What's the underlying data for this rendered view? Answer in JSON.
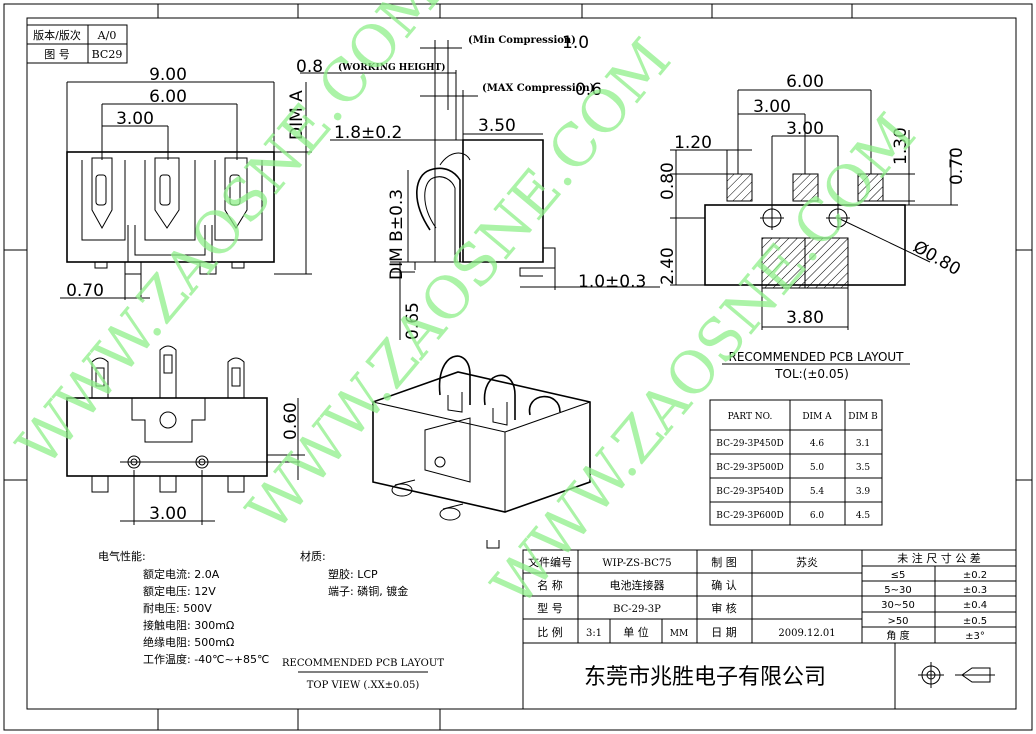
{
  "header": {
    "version_label": "版本/版次",
    "version_value": "A/0",
    "drawing_no_label": "图 号",
    "drawing_no_value": "BC29"
  },
  "dims": {
    "d9": "9.00",
    "d6a": "6.00",
    "d3a": "3.00",
    "d070a": "0.70",
    "d060": "0.60",
    "d3b": "3.00",
    "min_comp_label": "(Min Compression)",
    "min_comp": "1.0",
    "working_val": "0.8",
    "working_label": "(WORKING HEIGHT)",
    "max_comp_label": "(MAX Compression)",
    "max_comp": "0.6",
    "dim_a": "DIM A",
    "dim_b": "DIM B±0.3",
    "d18": "1.8±0.2",
    "d350": "3.50",
    "d10": "1.0±0.3",
    "d065": "0.65",
    "p600": "6.00",
    "p300a": "3.00",
    "p300b": "3.00",
    "p120": "1.20",
    "p130": "1.30",
    "p080": "0.80",
    "p070": "0.70",
    "p240": "2.40",
    "p_hole": "Ø0.80",
    "p380": "3.80"
  },
  "pcb_title": "RECOMMENDED PCB LAYOUT",
  "pcb_tol": "TOL:(±0.05)",
  "part_table": {
    "headers": [
      "PART NO.",
      "DIM A",
      "DIM B"
    ],
    "rows": [
      [
        "BC-29-3P450D",
        "4.6",
        "3.1"
      ],
      [
        "BC-29-3P500D",
        "5.0",
        "3.5"
      ],
      [
        "BC-29-3P540D",
        "5.4",
        "3.9"
      ],
      [
        "BC-29-3P600D",
        "6.0",
        "4.5"
      ]
    ]
  },
  "electrical": {
    "title": "电气性能:",
    "lines": [
      "额定电流: 2.0A",
      "额定电压: 12V",
      "耐电压: 500V",
      "接触电阻: 300mΩ",
      "绝缘电阻: 500mΩ",
      "工作温度: -40℃~+85℃"
    ]
  },
  "material": {
    "title": "材质:",
    "lines": [
      "塑胶: LCP",
      "端子: 磷铜, 镀金"
    ]
  },
  "bottom_note": {
    "line1": "RECOMMENDED PCB LAYOUT",
    "line2": "TOP VIEW (.XX±0.05)"
  },
  "title_block": {
    "file_no_label": "文件编号",
    "file_no": "WIP-ZS-BC75",
    "drawn_label": "制 图",
    "drawn_by": "苏炎",
    "name_label": "名 称",
    "name": "电池连接器",
    "check_label": "确 认",
    "check_value": "",
    "model_label": "型 号",
    "model": "BC-29-3P",
    "review_label": "审 核",
    "review_value": "",
    "scale_label": "比 例",
    "scale": "3:1",
    "unit_label": "单 位",
    "unit": "MM",
    "date_label": "日 期",
    "date": "2009.12.01",
    "company": "东莞市兆胜电子有限公司"
  },
  "tolerance": {
    "title": "未 注 尺 寸 公 差",
    "rows": [
      [
        "≤5",
        "±0.2"
      ],
      [
        "5~30",
        "±0.3"
      ],
      [
        "30~50",
        "±0.4"
      ],
      [
        ">50",
        "±0.5"
      ],
      [
        "角 度",
        "±3°"
      ]
    ]
  },
  "watermark": [
    "WWW.ZAOSNE.COM",
    "WWW.ZAOSNE.COM",
    "WWW.ZAOSNE.COM"
  ]
}
